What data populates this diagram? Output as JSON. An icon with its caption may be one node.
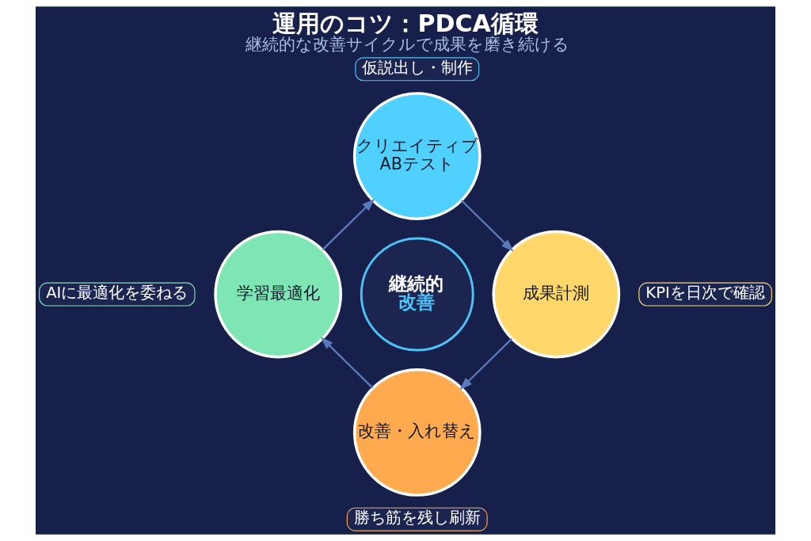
{
  "diagram": {
    "title": "運用のコツ：PDCA循環",
    "caption": "継続的な改善サイクルで成果を磨き続ける",
    "nodes": [
      {
        "text": [
          "仮説出し・制作"
        ]
      },
      {
        "text": [
          "クリエイティブ ABテスト"
        ]
      },
      {
        "text": [
          "AIに最適化を委ねる"
        ]
      },
      {
        "text": [
          "学習最適化"
        ]
      },
      {
        "text": [
          "継続的",
          "改善"
        ]
      },
      {
        "text": [
          "成果計測"
        ]
      },
      {
        "text": [
          "KPIを日次で確認"
        ]
      },
      {
        "text": [
          "改善・入れ替え"
        ]
      },
      {
        "text": [
          "勝ち筋を残し刷新"
        ]
      }
    ],
    "edges": [
      {
        "from": 1,
        "to": 5,
        "arrow": "to"
      },
      {
        "from": 5,
        "to": 7,
        "arrow": "to"
      },
      {
        "from": 7,
        "to": 3,
        "arrow": "to"
      },
      {
        "from": 3,
        "to": 1,
        "arrow": "to"
      }
    ]
  }
}
